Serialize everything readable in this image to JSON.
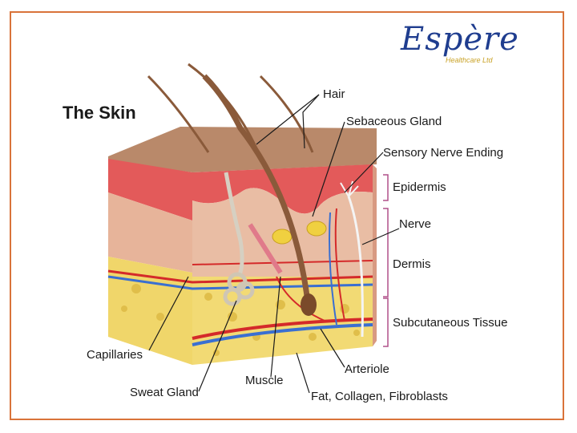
{
  "logo": {
    "name": "Espère",
    "tagline": "Healthcare Ltd"
  },
  "title": "The Skin",
  "labels": {
    "hair": "Hair",
    "sebaceous_gland": "Sebaceous Gland",
    "sensory_nerve_ending": "Sensory Nerve Ending",
    "epidermis": "Epidermis",
    "nerve": "Nerve",
    "dermis": "Dermis",
    "subcutaneous_tissue": "Subcutaneous Tissue",
    "capillaries": "Capillaries",
    "sweat_gland": "Sweat Gland",
    "muscle": "Muscle",
    "arteriole": "Arteriole",
    "fat": "Fat, Collagen, Fibroblasts"
  },
  "colors": {
    "frame": "#d9733a",
    "logo": "#1f3d8f",
    "surface": "#b9896a",
    "epidermis": "#e35a5a",
    "dermis": "#e7b49a",
    "fat": "#f0d66a",
    "artery": "#d42a2a",
    "vein": "#3a6fd1",
    "hair": "#8a5a3a"
  }
}
